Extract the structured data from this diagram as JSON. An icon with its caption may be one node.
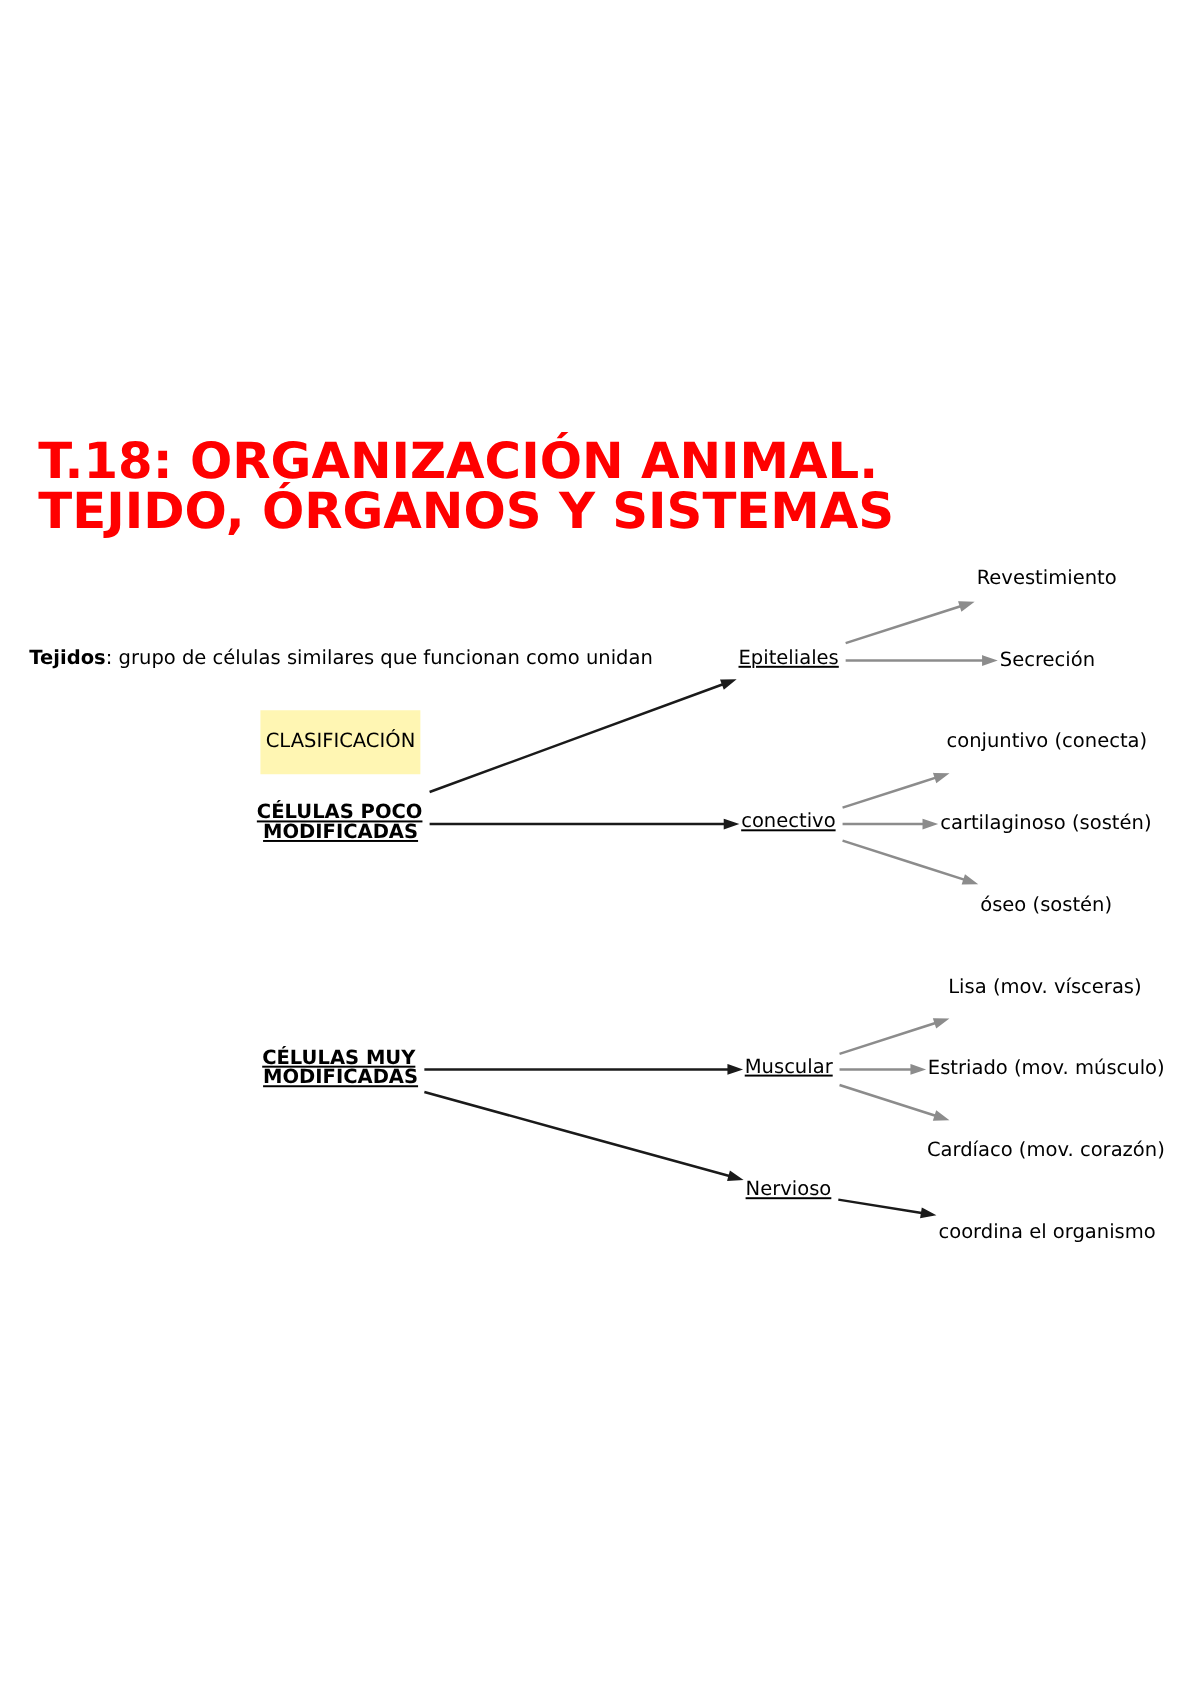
{
  "diagram": {
    "title": "T.18: ORGANIZACIÓN ANIMAL. TEJIDO, ÓRGANOS Y SISTEMAS",
    "nodes": [
      {
        "text": [
          "CÉLULAS POCO MODIFICADAS"
        ]
      },
      {
        "text": [
          "Epiteliales"
        ]
      },
      {
        "text": [
          "Revestimiento"
        ]
      },
      {
        "text": [
          "Secreción"
        ]
      },
      {
        "text": [
          "conectivo"
        ]
      },
      {
        "text": [
          "conjuntivo (conecta)"
        ]
      },
      {
        "text": [
          "cartilaginoso (sostén)"
        ]
      },
      {
        "text": [
          "óseo (sostén)"
        ]
      },
      {
        "text": [
          "CÉLULAS MUY MODIFICADAS"
        ]
      },
      {
        "text": [
          "Muscular"
        ]
      },
      {
        "text": [
          "Lisa (mov. vísceras)"
        ]
      },
      {
        "text": [
          "Estriado (mov. músculo)"
        ]
      },
      {
        "text": [
          "Cardíaco (mov. corazón)"
        ]
      },
      {
        "text": [
          "Nervioso"
        ]
      },
      {
        "text": [
          "coordina el organismo"
        ]
      }
    ],
    "edges": [
      {
        "from": 0,
        "to": 1,
        "arrow": "to",
        "color": "#1a1a1a"
      },
      {
        "from": 0,
        "to": 4,
        "arrow": "to",
        "color": "#1a1a1a"
      },
      {
        "from": 1,
        "to": 2,
        "arrow": "to"
      },
      {
        "from": 1,
        "to": 3,
        "arrow": "to"
      },
      {
        "from": 4,
        "to": 5,
        "arrow": "to"
      },
      {
        "from": 4,
        "to": 6,
        "arrow": "to"
      },
      {
        "from": 4,
        "to": 7,
        "arrow": "to"
      },
      {
        "from": 8,
        "to": 9,
        "arrow": "to",
        "color": "#1a1a1a"
      },
      {
        "from": 8,
        "to": 13,
        "arrow": "to",
        "color": "#1a1a1a"
      },
      {
        "from": 9,
        "to": 10,
        "arrow": "to"
      },
      {
        "from": 9,
        "to": 11,
        "arrow": "to"
      },
      {
        "from": 9,
        "to": 12,
        "arrow": "to"
      },
      {
        "from": 13,
        "to": 14,
        "arrow": "to",
        "color": "#1a1a1a"
      }
    ],
    "labels": [
      "**Tejidos**: grupo de células similares que funcionan como unidan",
      "CLASIFICACIÓN"
    ]
  }
}
